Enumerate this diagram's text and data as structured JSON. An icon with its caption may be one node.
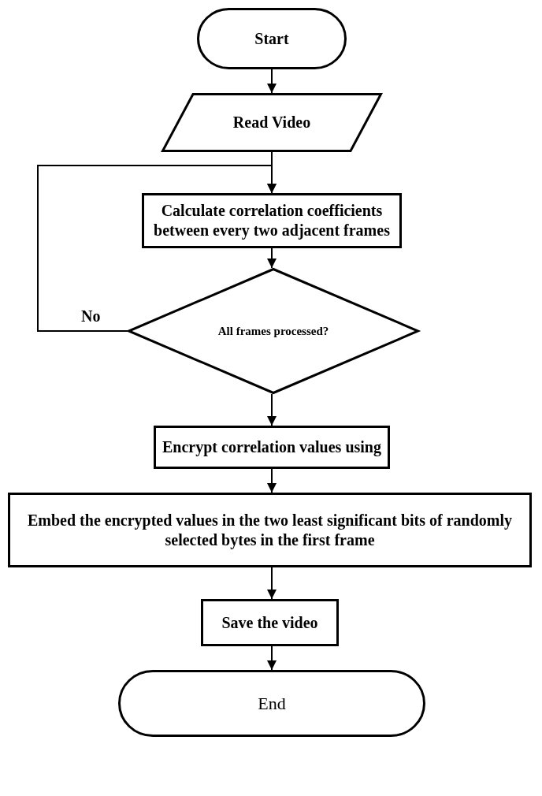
{
  "diagram": {
    "nodes": [
      {
        "text": [
          "Start"
        ]
      },
      {
        "text": [
          "Read Video"
        ]
      },
      {
        "text": [
          "Calculate correlation coefficients between every two adjacent frames"
        ]
      },
      {
        "text": [
          "All frames processed?"
        ]
      },
      {
        "text": [
          "Encrypt correlation values using"
        ]
      },
      {
        "text": [
          "Embed the encrypted values in the two least significant bits of randomly selected bytes in the first frame"
        ]
      },
      {
        "text": [
          "Save the video"
        ]
      },
      {
        "text": [
          "End"
        ]
      }
    ],
    "edges": [
      {
        "from": 0,
        "to": 1,
        "arrow": "to"
      },
      {
        "from": 1,
        "to": 2,
        "arrow": "to"
      },
      {
        "from": 2,
        "to": 3,
        "arrow": "to"
      },
      {
        "from": 3,
        "to": 2,
        "arrow": "to",
        "label": "No"
      },
      {
        "from": 3,
        "to": 4,
        "arrow": "to"
      },
      {
        "from": 4,
        "to": 5,
        "arrow": "to"
      },
      {
        "from": 5,
        "to": 6,
        "arrow": "to"
      },
      {
        "from": 6,
        "to": 7,
        "arrow": "to"
      }
    ]
  }
}
